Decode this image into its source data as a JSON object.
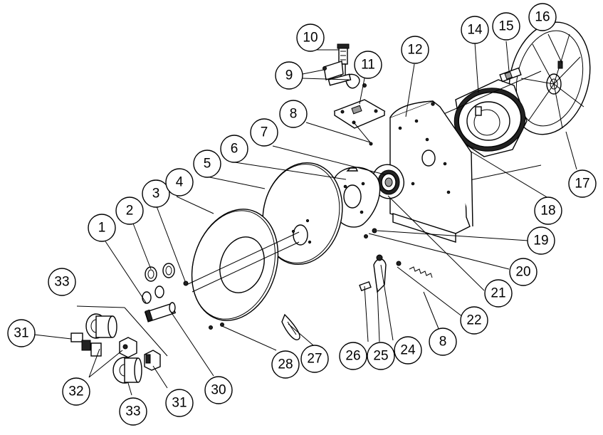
{
  "callouts": {
    "c1": "1",
    "c2": "2",
    "c3": "3",
    "c4": "4",
    "c5": "5",
    "c6": "6",
    "c7": "7",
    "c8a": "8",
    "c8b": "8",
    "c9": "9",
    "c10": "10",
    "c11": "11",
    "c12": "12",
    "c14": "14",
    "c15": "15",
    "c16": "16",
    "c17": "17",
    "c18": "18",
    "c19": "19",
    "c20": "20",
    "c21": "21",
    "c22": "22",
    "c24": "24",
    "c25": "25",
    "c26": "26",
    "c27": "27",
    "c28": "28",
    "c30": "30",
    "c31a": "31",
    "c31b": "31",
    "c32": "32",
    "c33a": "33",
    "c33b": "33"
  }
}
